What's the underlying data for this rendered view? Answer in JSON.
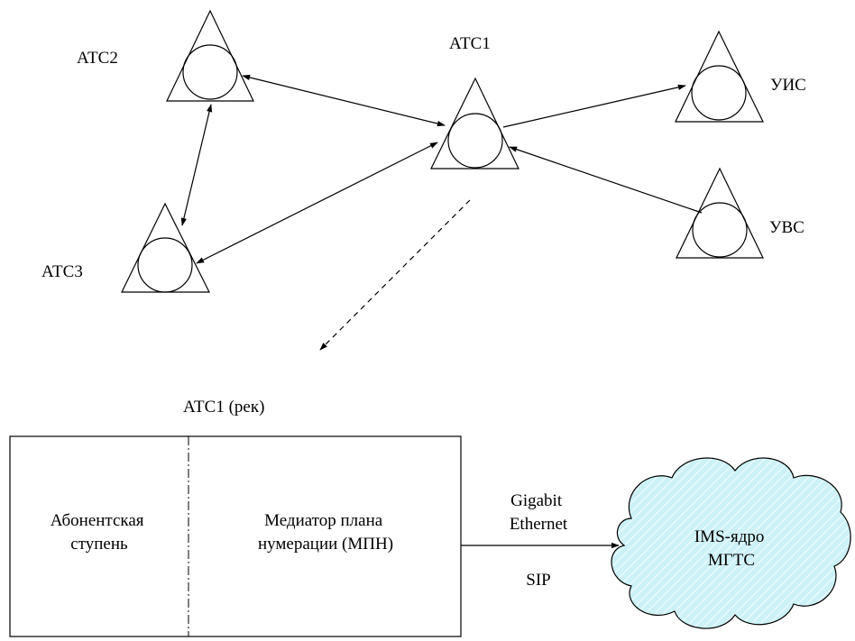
{
  "nodes": {
    "atc1": {
      "label": "АТС1"
    },
    "atc2": {
      "label": "АТС2"
    },
    "atc3": {
      "label": "АТС3"
    },
    "uis": {
      "label": "УИС"
    },
    "uvs": {
      "label": "УВС"
    }
  },
  "rack": {
    "title": "АТС1 (рек)",
    "left_section": {
      "line1": "Абонентская",
      "line2": "ступень"
    },
    "right_section": {
      "line1": "Медиатор плана",
      "line2": "нумерации (МПН)"
    }
  },
  "link": {
    "label_line1": "Gigabit",
    "label_line2": "Ethernet",
    "protocol": "SIP"
  },
  "cloud": {
    "line1": "IMS-ядро",
    "line2": "МГТС",
    "fill_color": "#ccf2f8",
    "hatch_color": "#ffffff"
  }
}
